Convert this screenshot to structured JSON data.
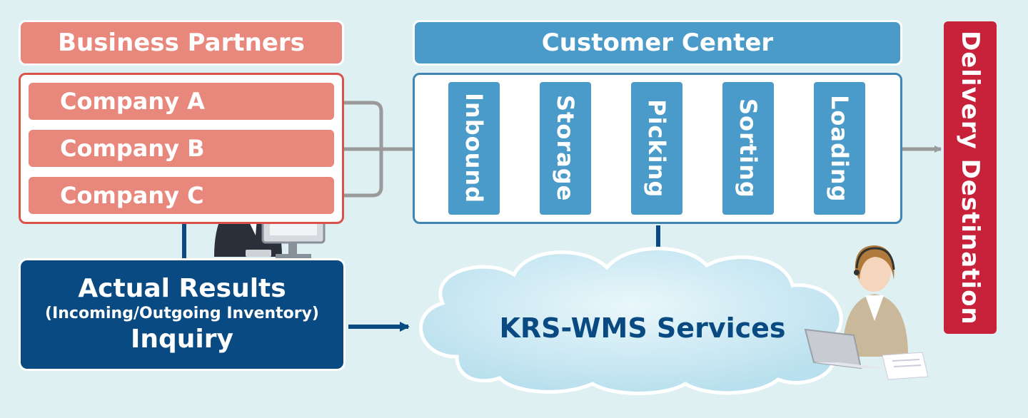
{
  "business_partners": {
    "title": "Business Partners",
    "companies": [
      "Company A",
      "Company B",
      "Company C"
    ]
  },
  "customer_center": {
    "title": "Customer Center",
    "steps": [
      "Inbound",
      "Storage",
      "Picking",
      "Sorting",
      "Loading"
    ]
  },
  "delivery": {
    "label": "Delivery Destination"
  },
  "actual_results": {
    "line1": "Actual Results",
    "line2": "(Incoming/Outgoing Inventory)",
    "line3": "Inquiry"
  },
  "service": {
    "label": "KRS-WMS Services"
  },
  "colors": {
    "background": "#dff0f2",
    "partner_pink": "#e8877c",
    "partner_border": "#d9534a",
    "center_blue": "#4a9bc9",
    "delivery_red": "#c8213a",
    "navy": "#0a4a82",
    "arrow_gray": "#999999"
  }
}
